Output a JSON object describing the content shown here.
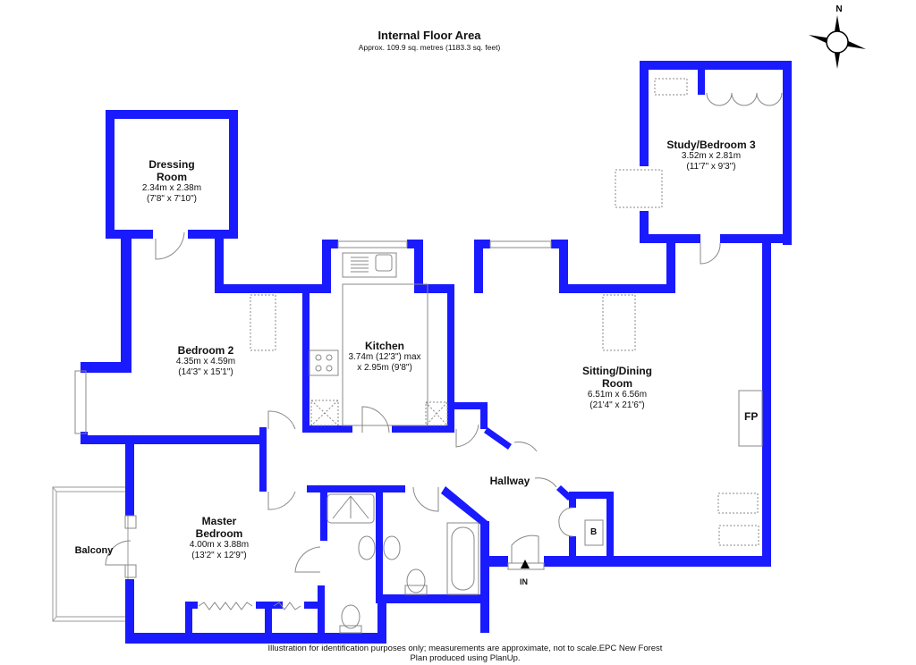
{
  "header": {
    "title": "Internal Floor Area",
    "subtitle": "Approx. 109.9 sq. metres (1183.3 sq. feet)"
  },
  "compass": {
    "label": "N",
    "icon": "compass-rose-icon"
  },
  "colors": {
    "wall": "#1a1aff",
    "fixture": "#888888",
    "text": "#111111",
    "background": "#ffffff"
  },
  "rooms": {
    "dressing": {
      "name_line1": "Dressing",
      "name_line2": "Room",
      "metric": "2.34m x 2.38m",
      "imperial": "(7'8\" x 7'10\")"
    },
    "study": {
      "name": "Study/Bedroom 3",
      "metric": "3.52m x 2.81m",
      "imperial": "(11'7\" x 9'3\")"
    },
    "bedroom2": {
      "name": "Bedroom 2",
      "metric": "4.35m x 4.59m",
      "imperial": "(14'3\" x 15'1\")"
    },
    "kitchen": {
      "name": "Kitchen",
      "metric": "3.74m (12'3\") max",
      "imperial": "x 2.95m (9'8\")"
    },
    "sitting": {
      "name_line1": "Sitting/Dining",
      "name_line2": "Room",
      "metric": "6.51m x 6.56m",
      "imperial": "(21'4\" x 21'6\")"
    },
    "master": {
      "name_line1": "Master",
      "name_line2": "Bedroom",
      "metric": "4.00m x 3.88m",
      "imperial": "(13'2\" x 12'9\")"
    },
    "hallway": {
      "name": "Hallway"
    },
    "balcony": {
      "name": "Balcony"
    }
  },
  "tags": {
    "fireplace": "FP",
    "boiler": "B",
    "entrance": "IN"
  },
  "footer": {
    "line1": "Illustration for identification purposes only; measurements are approximate, not to scale.EPC New Forest",
    "line2": "Plan produced using PlanUp."
  }
}
